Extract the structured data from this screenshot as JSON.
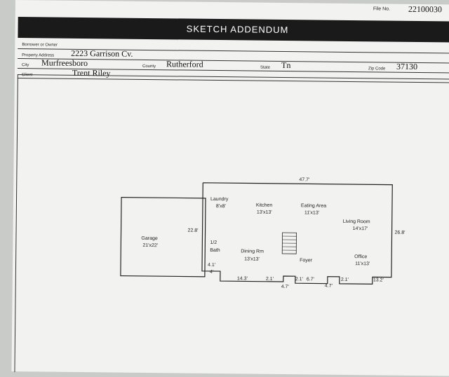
{
  "header": {
    "file_no_label": "File No.",
    "file_no_value": "22100030",
    "title": "SKETCH ADDENDUM"
  },
  "fields": {
    "borrower_label": "Borrower or Owner",
    "property_address_label": "Property Address",
    "property_address_value": "2223 Garrison Cv.",
    "city_label": "City",
    "city_value": "Murfreesboro",
    "county_label": "County",
    "county_value": "Rutherford",
    "state_label": "State",
    "state_value": "Tn",
    "zip_label": "Zip Code",
    "zip_value": "37130",
    "client_label": "Client",
    "client_value": "Trent Riley"
  },
  "sketch": {
    "top_dim": "47.7'",
    "right_dim": "26.8'",
    "garage_dim": "22.8'",
    "rooms": [
      {
        "name": "Laundry",
        "size": "8'x8'"
      },
      {
        "name": "Kitchen",
        "size": "13'x13'"
      },
      {
        "name": "Eating Area",
        "size": "11'x13'"
      },
      {
        "name": "Living Room",
        "size": "14'x17'"
      },
      {
        "name": "Garage",
        "size": "21'x22'"
      },
      {
        "name": "1/2",
        "size": "Bath"
      },
      {
        "name": "Dining Rm",
        "size": "13'x13'"
      },
      {
        "name": "Foyer",
        "size": ""
      },
      {
        "name": "Office",
        "size": "11'x13'"
      }
    ],
    "bottom_dims": [
      "4.1'",
      "4'",
      "14.3'",
      "2.1'",
      "4.7'",
      "2.1'",
      "6.7'",
      "4.7'",
      "2.1'",
      "13.2'"
    ]
  }
}
